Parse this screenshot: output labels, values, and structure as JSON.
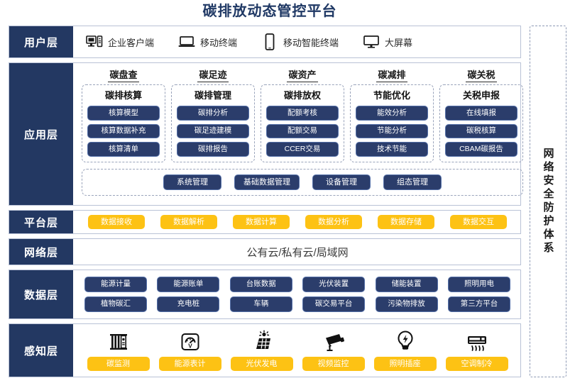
{
  "title": "碳排放动态管控平台",
  "security_panel": {
    "label": "网络安全防护体系"
  },
  "layers": {
    "user": {
      "label": "用户层",
      "items": [
        {
          "icon": "desktop-tower-icon",
          "label": "企业客户端"
        },
        {
          "icon": "laptop-icon",
          "label": "移动终端"
        },
        {
          "icon": "smartphone-icon",
          "label": "移动智能终端"
        },
        {
          "icon": "big-screen-icon",
          "label": "大屏幕"
        }
      ]
    },
    "app": {
      "label": "应用层",
      "groups": [
        {
          "head": "碳盘查",
          "sub": "碳排核算",
          "items": [
            "核算模型",
            "核算数据补充",
            "核算清单"
          ]
        },
        {
          "head": "碳足迹",
          "sub": "碳排管理",
          "items": [
            "碳排分析",
            "碳足迹建模",
            "碳排报告"
          ]
        },
        {
          "head": "碳资产",
          "sub": "碳排放权",
          "items": [
            "配额考核",
            "配额交易",
            "CCER交易"
          ]
        },
        {
          "head": "碳减排",
          "sub": "节能优化",
          "items": [
            "能效分析",
            "节能分析",
            "技术节能"
          ]
        },
        {
          "head": "碳关税",
          "sub": "关税申报",
          "items": [
            "在线填报",
            "碳税核算",
            "CBAM碳报告"
          ]
        }
      ],
      "bottom_items": [
        "系统管理",
        "基础数据管理",
        "设备管理",
        "组态管理"
      ]
    },
    "platform": {
      "label": "平台层",
      "items": [
        "数据接收",
        "数据解析",
        "数据计算",
        "数据分析",
        "数据存储",
        "数据交互"
      ]
    },
    "network": {
      "label": "网络层",
      "text": "公有云/私有云/局域网"
    },
    "data": {
      "label": "数据层",
      "row1": [
        "能源计量",
        "能源账单",
        "台账数据",
        "光伏装置",
        "储能装置",
        "照明用电"
      ],
      "row2": [
        "植物碳汇",
        "充电桩",
        "车辆",
        "碳交易平台",
        "污染物排放",
        "第三方平台"
      ]
    },
    "sense": {
      "label": "感知层",
      "items": [
        {
          "icon": "carbon-monitor-icon",
          "label": "碳监测"
        },
        {
          "icon": "energy-meter-icon",
          "label": "能源表计"
        },
        {
          "icon": "solar-panel-icon",
          "label": "光伏发电"
        },
        {
          "icon": "cctv-camera-icon",
          "label": "视频监控"
        },
        {
          "icon": "light-bulb-icon",
          "label": "照明插座"
        },
        {
          "icon": "air-conditioner-icon",
          "label": "空调制冷"
        }
      ]
    }
  },
  "colors": {
    "navy": "#233862",
    "pill_navy": "#2b3d6b",
    "amber": "#fdc214",
    "title": "#1f3864",
    "border": "#b9c2d6"
  }
}
